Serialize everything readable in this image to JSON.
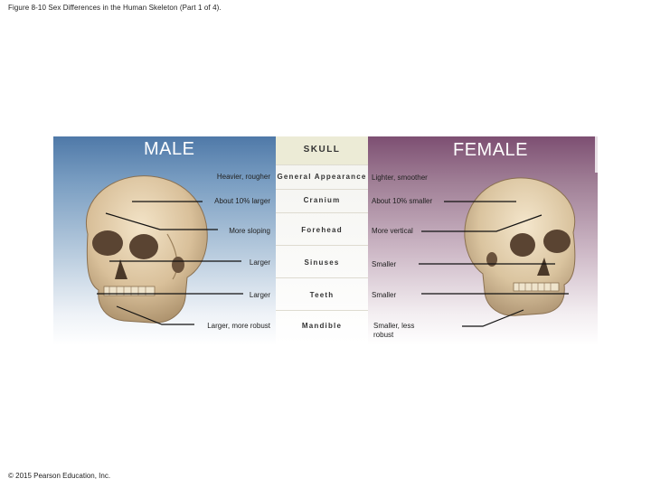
{
  "title": "Figure 8-10 Sex Differences in the Human Skeleton (Part 1 of 4).",
  "copyright": "© 2015 Pearson Education, Inc.",
  "figure": {
    "male_header": "MALE",
    "female_header": "FEMALE",
    "skull_header": "SKULL",
    "rows": [
      {
        "feature": "General Appearance",
        "male": "Heavier, rougher",
        "female": "Lighter, smoother"
      },
      {
        "feature": "Cranium",
        "male": "About 10% larger",
        "female": "About 10% smaller"
      },
      {
        "feature": "Forehead",
        "male": "More sloping",
        "female": "More vertical"
      },
      {
        "feature": "Sinuses",
        "male": "Larger",
        "female": "Smaller"
      },
      {
        "feature": "Teeth",
        "male": "Larger",
        "female": "Smaller"
      },
      {
        "feature": "Mandible",
        "male": "Larger, more robust",
        "female": "Smaller, less robust"
      }
    ]
  },
  "colors": {
    "male_panel": "#4f79a8",
    "female_panel": "#7d4f72",
    "bone": "#d9c3a0"
  }
}
